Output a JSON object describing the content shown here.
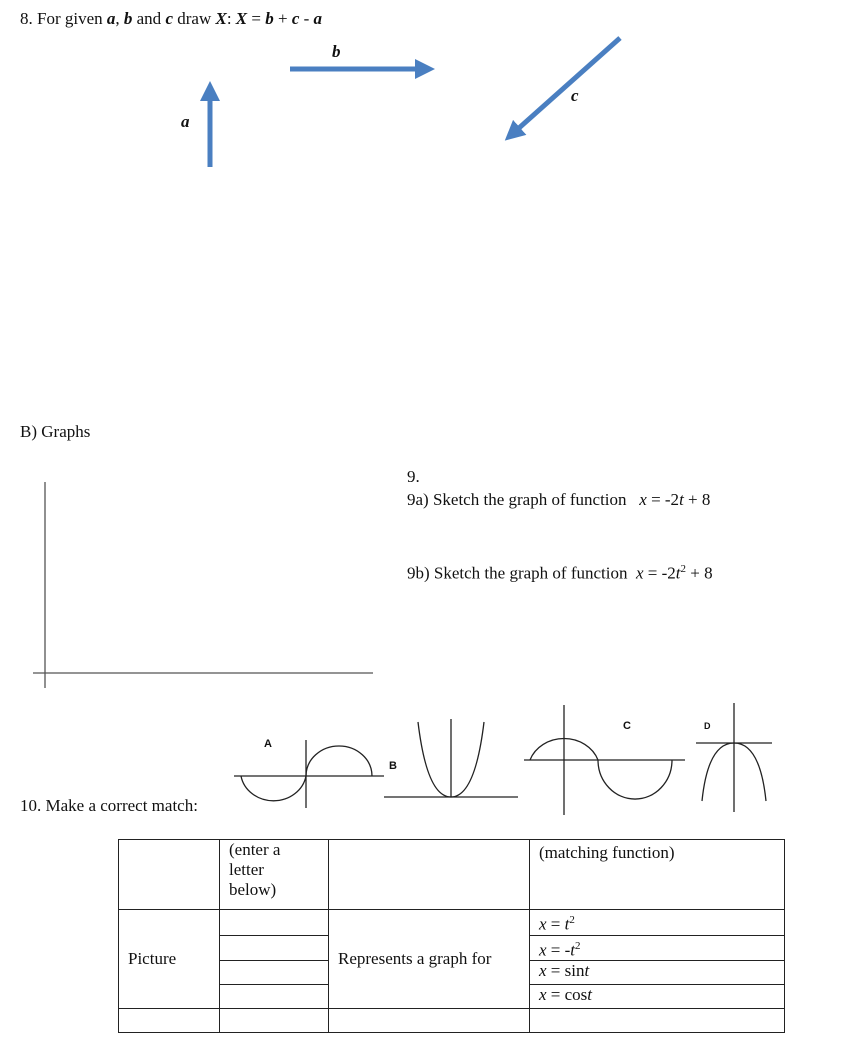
{
  "q8": {
    "label": "8. For given",
    "a": "a",
    "comma": ",",
    "b": "b",
    "and": "and",
    "c": "c",
    "draw": "draw",
    "X": "X",
    "colon": ":",
    "eq_X": "X",
    "eq_sign": "=",
    "eq_b": "b",
    "plus": "+",
    "eq_c": "c",
    "minus": "-",
    "eq_a": "a",
    "vec_a_label": "a",
    "vec_b_label": "b",
    "vec_c_label": "c",
    "arrow_color": "#4a7fc1"
  },
  "section_b": {
    "title": "B) Graphs"
  },
  "q9": {
    "number": "9.",
    "a_prefix": "9a)  Sketch the graph of function",
    "a_formula_pre": "x",
    "a_formula_mid": " = -2",
    "a_formula_t": "t",
    "a_formula_post": " + 8",
    "b_prefix": "9b)  Sketch the graph of function",
    "b_formula_pre": "x",
    "b_formula_mid": " = -2",
    "b_formula_t": "t",
    "b_formula_exp": "2",
    "b_formula_post": " + 8"
  },
  "q10": {
    "label": "10. Make a correct match:",
    "graph_labels": [
      "A",
      "B",
      "C",
      "D"
    ],
    "table": {
      "header_enter": [
        "(enter a",
        "letter",
        "below)"
      ],
      "header_matching": "(matching function)",
      "picture": "Picture",
      "represents": "Represents a graph for",
      "functions": [
        {
          "var": "x",
          "eq": " = ",
          "t": "t",
          "sup": "2",
          "pre": "",
          "post": ""
        },
        {
          "var": "x",
          "eq": " = -",
          "t": "t",
          "sup": "2",
          "pre": "",
          "post": ""
        },
        {
          "var": "x",
          "eq": " = sin",
          "t": "t",
          "sup": "",
          "pre": "",
          "post": ""
        },
        {
          "var": "x",
          "eq": " = cos",
          "t": "t",
          "sup": "",
          "pre": "",
          "post": ""
        }
      ]
    }
  }
}
